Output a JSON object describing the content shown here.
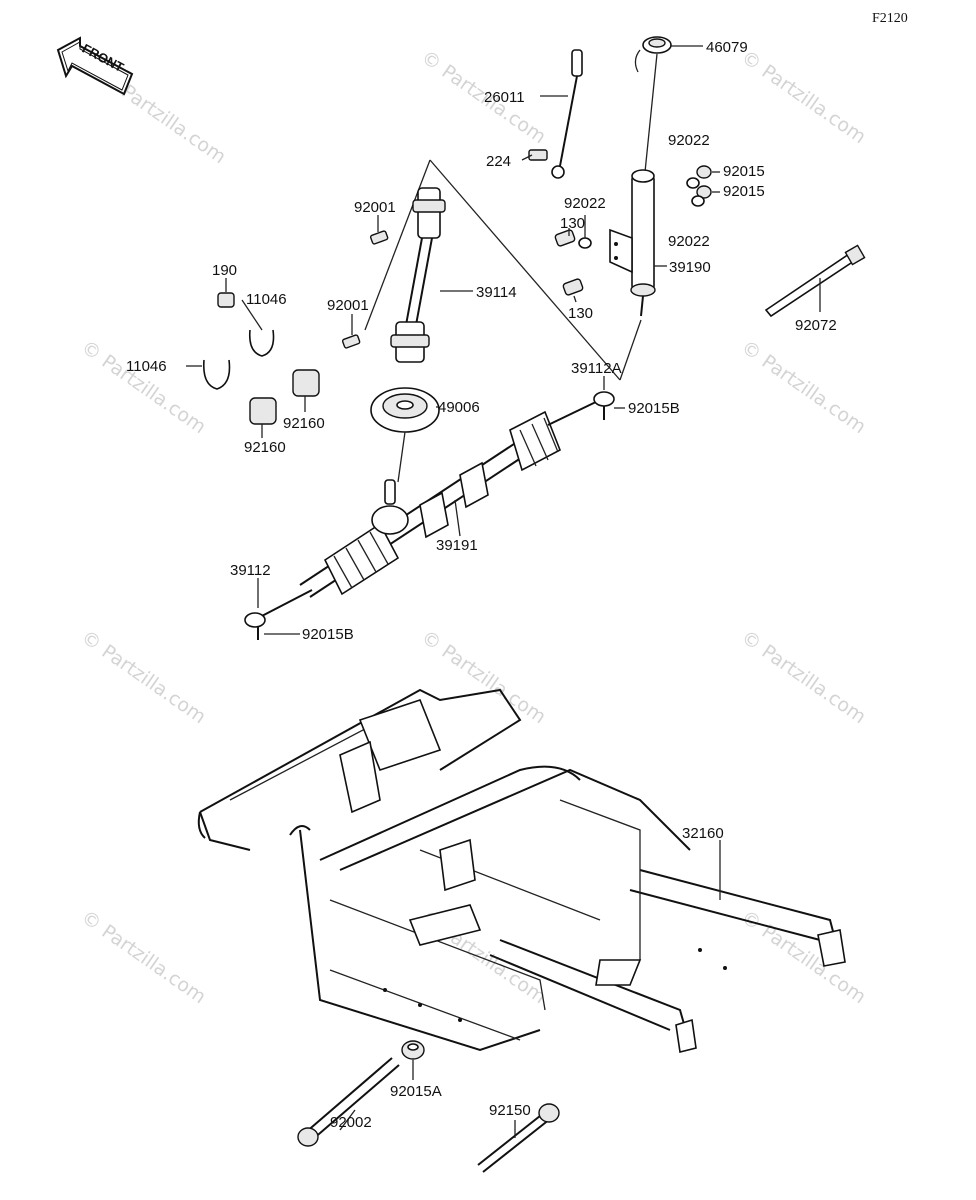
{
  "diagram_code": "F2120",
  "front_label": "FRONT",
  "watermark": "© Partzilla.com",
  "parts": {
    "p46079": "46079",
    "p26011": "26011",
    "p224": "224",
    "p92022a": "92022",
    "p92015a": "92015",
    "p92015b": "92015",
    "p92022b": "92022",
    "p92022c": "92022",
    "p130a": "130",
    "p130b": "130",
    "p39190": "39190",
    "p92072": "92072",
    "p92001a": "92001",
    "p92001b": "92001",
    "p39114": "39114",
    "p190": "190",
    "p11046a": "11046",
    "p11046b": "11046",
    "p92160a": "92160",
    "p92160b": "92160",
    "p49006": "49006",
    "p39112A": "39112A",
    "p92015Bright": "92015B",
    "p39191": "39191",
    "p39112": "39112",
    "p92015Bleft": "92015B",
    "p32160": "32160",
    "p92015A": "92015A",
    "p92002": "92002",
    "p92150": "92150"
  }
}
